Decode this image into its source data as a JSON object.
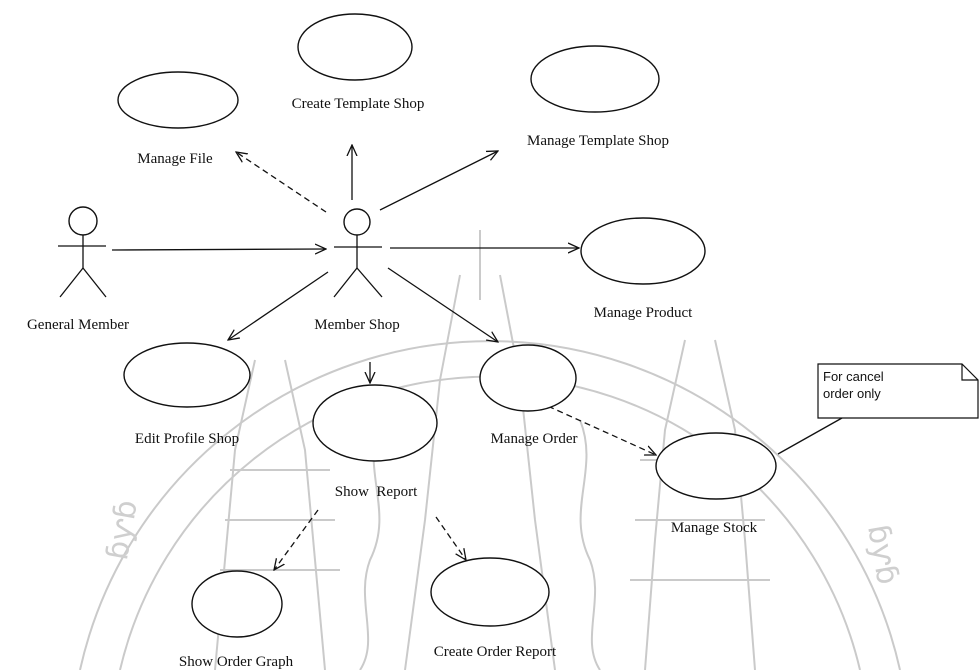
{
  "actors": {
    "general_member": "General Member",
    "member_shop": "Member Shop"
  },
  "use_cases": {
    "manage_file": "Manage File",
    "create_template_shop": "Create Template Shop",
    "manage_template_shop": "Manage Template Shop",
    "manage_product": "Manage Product",
    "edit_profile_shop": "Edit Profile Shop",
    "show_report": "Show  Report",
    "manage_order": "Manage Order",
    "manage_stock": "Manage Stock",
    "show_order_graph": "Show Order Graph",
    "create_order_report": "Create Order Report"
  },
  "note": {
    "line1": "For cancel",
    "line2": "order only"
  },
  "watermark": {
    "left_text": "ɓƴɓ",
    "right_text": "ɓƴɓ"
  }
}
